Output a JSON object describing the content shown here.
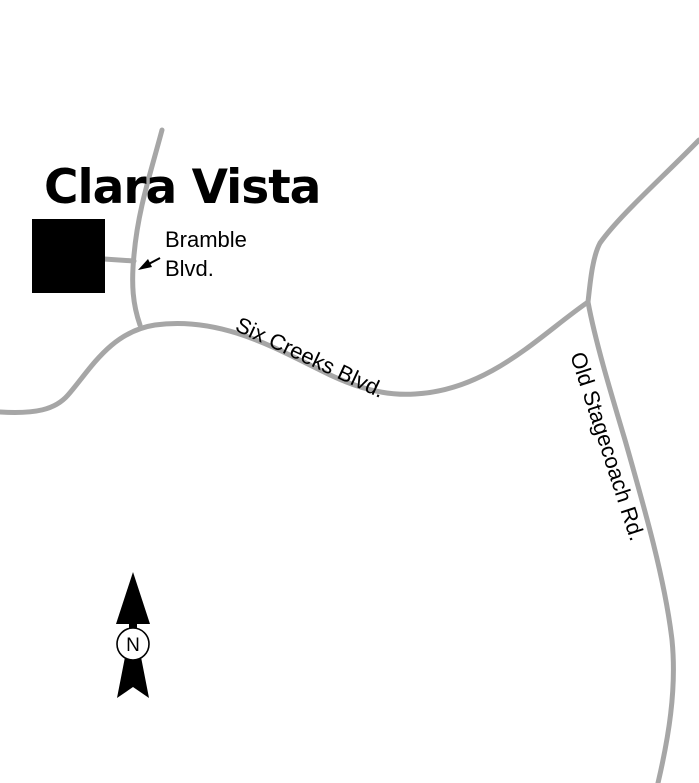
{
  "map": {
    "title": "Clara Vista",
    "roads": {
      "bramble": {
        "line1": "Bramble",
        "line2": "Blvd."
      },
      "six_creeks": "Six Creeks Blvd.",
      "old_stagecoach": "Old Stagecoach Rd."
    },
    "north_arrow": {
      "letter": "N"
    },
    "colors": {
      "road": "#a6a6a6",
      "ink": "#000000",
      "background": "#ffffff"
    },
    "icons": {
      "location_marker": "black-square-marker",
      "pointer": "arrow-icon",
      "north_arrow": "north-arrow-icon"
    }
  }
}
